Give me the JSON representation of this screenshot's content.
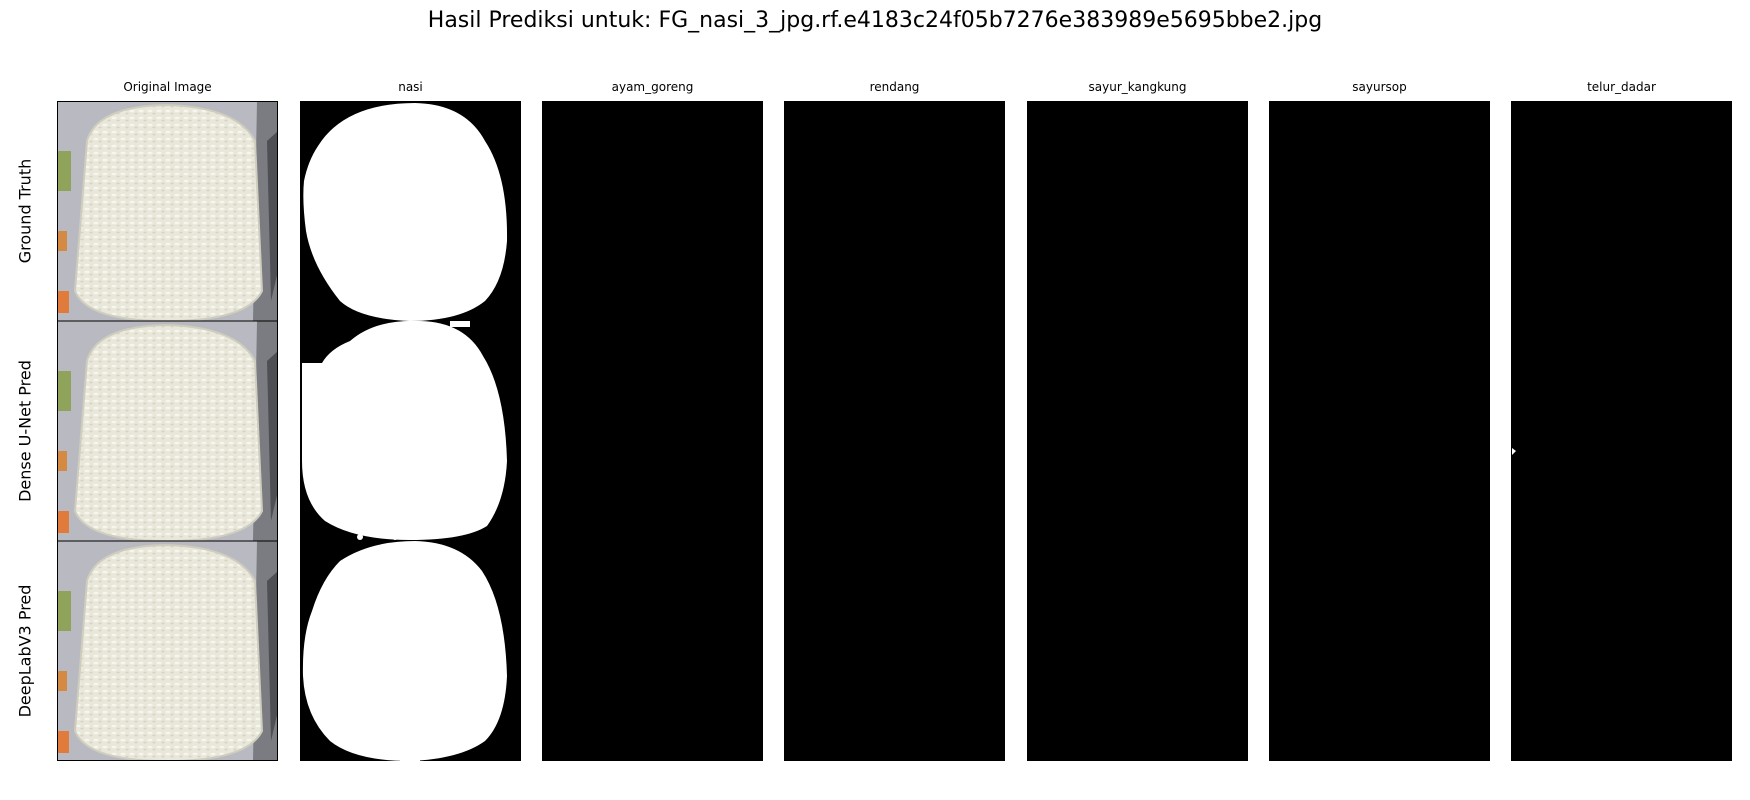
{
  "title": "Hasil Prediksi untuk: FG_nasi_3_jpg.rf.e4183c24f05b7276e383989e5695bbe2.jpg",
  "columns": [
    "Original Image",
    "nasi",
    "ayam_goreng",
    "rendang",
    "sayur_kangkung",
    "sayursop",
    "telur_dadar"
  ],
  "rows": [
    "Ground Truth",
    "Dense U-Net Pred",
    "DeepLabV3 Pred"
  ],
  "colors": {
    "mask_fg": "#ffffff",
    "mask_bg": "#000000",
    "rice": "#eceadd",
    "plate": "#c9c9cf"
  }
}
